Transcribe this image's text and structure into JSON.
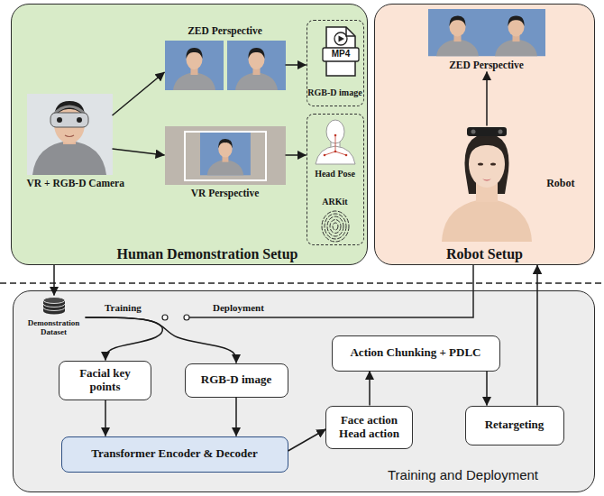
{
  "diagram": {
    "nodes": [
      {
        "text": [
          "Human Demonstration Setup"
        ]
      },
      {
        "text": [
          "VR + RGB-D Camera"
        ],
        "in": 0
      },
      {
        "text": [
          "ZED Perspective"
        ],
        "in": 0
      },
      {
        "text": [
          "VR Perspective"
        ],
        "in": 0
      },
      {
        "text": [
          "RGB-D image"
        ],
        "in": 0
      },
      {
        "text": [
          "Head Pose",
          "ARKit"
        ],
        "in": 0
      },
      {
        "text": [
          "Robot Setup"
        ]
      },
      {
        "text": [
          "ZED Perspective"
        ],
        "in": 6
      },
      {
        "text": [
          "Robot"
        ],
        "in": 6
      },
      {
        "text": [
          "Training and Deployment"
        ]
      },
      {
        "text": [
          "Demonstration Dataset"
        ],
        "in": 9
      },
      {
        "text": [
          "Facial key points"
        ],
        "in": 9
      },
      {
        "text": [
          "RGB-D image"
        ],
        "in": 9
      },
      {
        "text": [
          "Transformer Encoder & Decoder"
        ],
        "in": 9
      },
      {
        "text": [
          "Face action Head action"
        ],
        "in": 9
      },
      {
        "text": [
          "Action Chunking + PDLC"
        ],
        "in": 9
      },
      {
        "text": [
          "Retargeting"
        ],
        "in": 9
      }
    ],
    "edges": [
      {
        "from": 1,
        "to": 2,
        "arrow": "to"
      },
      {
        "from": 1,
        "to": 3,
        "arrow": "to"
      },
      {
        "from": 2,
        "to": 4,
        "arrow": "to"
      },
      {
        "from": 3,
        "to": 5,
        "arrow": "to"
      },
      {
        "from": 8,
        "to": 7,
        "arrow": "to"
      },
      {
        "from": 0,
        "to": 10,
        "arrow": "to"
      },
      {
        "from": 10,
        "to": 11,
        "arrow": "to"
      },
      {
        "from": 10,
        "to": 12,
        "arrow": "to"
      },
      {
        "from": 11,
        "to": 13,
        "arrow": "to"
      },
      {
        "from": 12,
        "to": 13,
        "arrow": "to"
      },
      {
        "from": 13,
        "to": 14,
        "arrow": "to"
      },
      {
        "from": 14,
        "to": 15,
        "arrow": "to"
      },
      {
        "from": 15,
        "to": 16,
        "arrow": "to"
      },
      {
        "from": 16,
        "to": 6,
        "arrow": "to"
      }
    ],
    "labels": [
      "MP4",
      "Training",
      "Deployment"
    ]
  }
}
